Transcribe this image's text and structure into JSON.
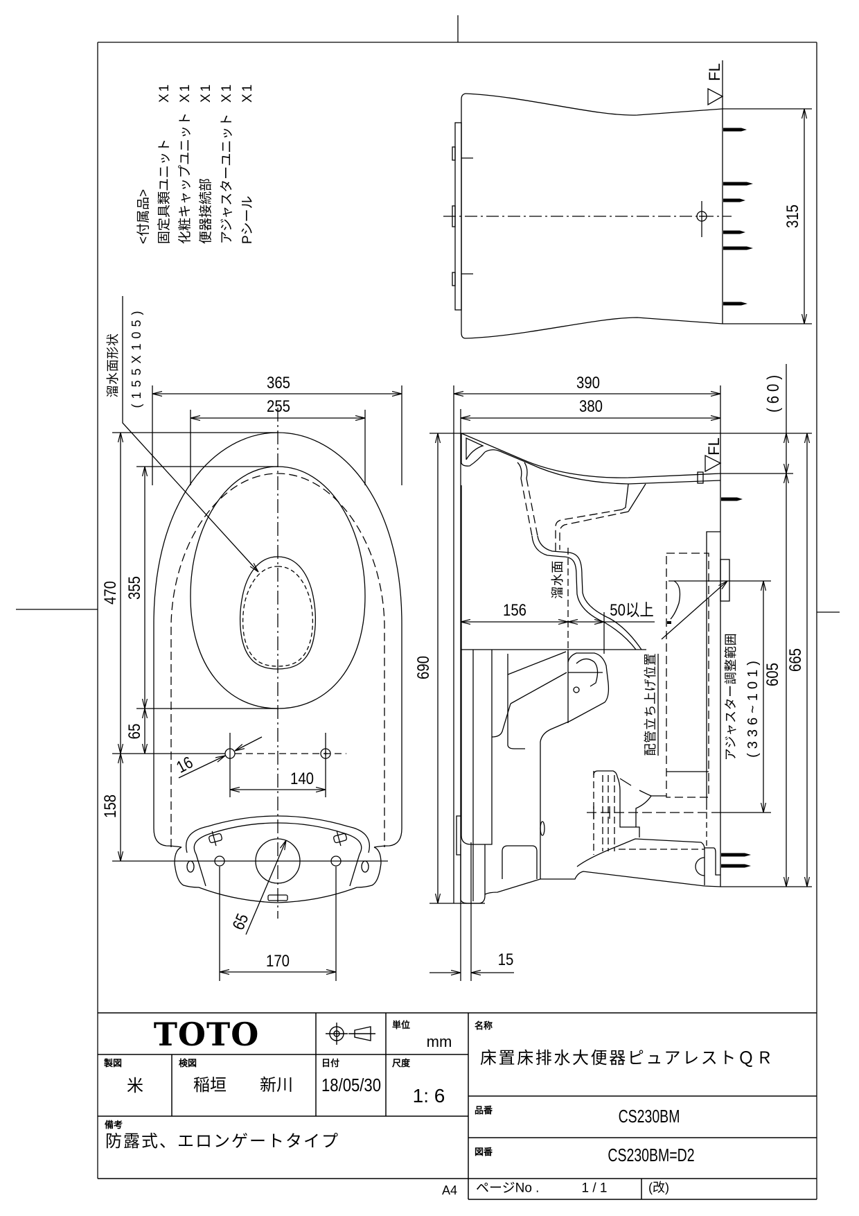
{
  "sheet_size": "A4",
  "accessories": {
    "heading": "<付属品>",
    "items": [
      {
        "name": "固定具類ユニット",
        "qty": "X1"
      },
      {
        "name": "化粧キャップユニット",
        "qty": "X1"
      },
      {
        "name": "便器接続部",
        "qty": "X1"
      },
      {
        "name": "アジャスターユニット",
        "qty": "X1"
      },
      {
        "name": "Pシール",
        "qty": "X1"
      }
    ]
  },
  "plan_view": {
    "trap_water_surface_label": "溜水面形状",
    "trap_water_surface_size": "(155X105)",
    "dims": {
      "overall_width": "365",
      "seat_width": "255",
      "overall_length": "470",
      "seat_length": "355",
      "seat_to_bolt": "65",
      "bolt_to_drain": "158",
      "bolt_hole_dia": "16",
      "bolt_spacing": "140",
      "drain_dia": "65",
      "flange_bolt_spacing": "170"
    }
  },
  "back_view": {
    "floor_label": "FL",
    "dims": {
      "width": "315"
    }
  },
  "side_view": {
    "floor_label": "FL",
    "water_surface_label": "溜水面",
    "pipe_riser_label": "配管立ち上げ位置",
    "adjuster_range_label": "アジャスター調整範囲",
    "adjuster_range_value": "(336~101)",
    "dims": {
      "overall_depth": "390",
      "body_depth": "380",
      "overall_length": "690",
      "rim_offset": "(60)",
      "floor_to_rim": "605",
      "total_height": "665",
      "front_to_water": "156",
      "clearance": "50以上",
      "skirt_offset": "15"
    }
  },
  "title_block": {
    "brand": "TOTO",
    "projection_symbol": "third-angle-projection-icon",
    "unit_label": "単位",
    "unit": "mm",
    "drafter_label": "製図",
    "drafter": "米",
    "checker_label": "検図",
    "checker_1": "稲垣",
    "checker_2": "新川",
    "date_label": "日付",
    "date": "18/05/30",
    "scale_label": "尺度",
    "scale": "1: 6",
    "notes_label": "備考",
    "notes": "防露式、エロンゲートタイプ",
    "name_label": "名称",
    "name": "床置床排水大便器ピュアレストＱＲ",
    "part_no_label": "品番",
    "part_no": "CS230BM",
    "drawing_no_label": "図番",
    "drawing_no": "CS230BM=D2",
    "page_label": "ページNo .",
    "page": "1 / 1",
    "revision_label": "(改)"
  }
}
